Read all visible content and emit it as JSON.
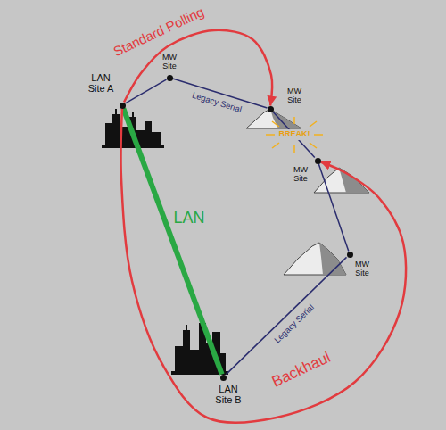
{
  "diagram": {
    "nodes": [
      {
        "text": [
          "LAN Site A"
        ]
      },
      {
        "text": [
          "MW Site"
        ]
      },
      {
        "text": [
          "MW Site"
        ]
      },
      {
        "text": [
          "MW Site"
        ]
      },
      {
        "text": [
          "MW Site"
        ]
      },
      {
        "text": [
          "LAN Site B"
        ]
      }
    ],
    "edges": [
      {
        "from": 0,
        "to": 2,
        "arrow": "to",
        "label": "Standard Polling"
      },
      {
        "from": 0,
        "to": 1,
        "arrow": "none"
      },
      {
        "from": 1,
        "to": 2,
        "arrow": "none",
        "label": "Legacy Serial"
      },
      {
        "from": 2,
        "to": 3,
        "arrow": "none"
      },
      {
        "from": 3,
        "to": 4,
        "arrow": "none"
      },
      {
        "from": 4,
        "to": 5,
        "arrow": "none",
        "label": "Legacy Serial"
      },
      {
        "from": 0,
        "to": 5,
        "arrow": "none",
        "label": "LAN"
      },
      {
        "from": 0,
        "to": 3,
        "arrow": "to",
        "label": "Backhaul"
      }
    ],
    "labels": [
      "BREAK!"
    ]
  }
}
